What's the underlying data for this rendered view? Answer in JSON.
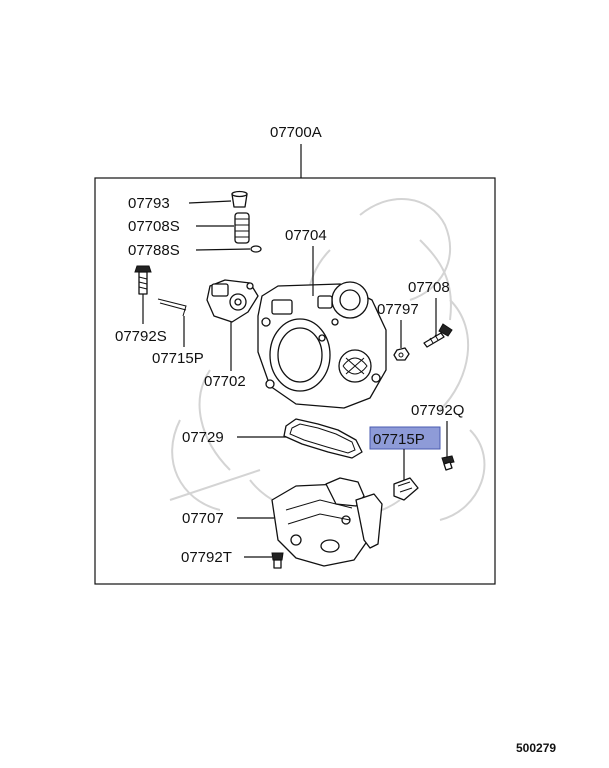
{
  "assembly_label": "07700A",
  "figure_number": "500279",
  "highlight_color": "#8e9bd8",
  "parts": {
    "p07793": "07793",
    "p07708S": "07708S",
    "p07788S": "07788S",
    "p07704": "07704",
    "p07708": "07708",
    "p07797": "07797",
    "p07792S": "07792S",
    "p07715P_top": "07715P",
    "p07702": "07702",
    "p07792Q": "07792Q",
    "p07729": "07729",
    "p07715P_highlight": "07715P",
    "p07707": "07707",
    "p07792T": "07792T"
  }
}
